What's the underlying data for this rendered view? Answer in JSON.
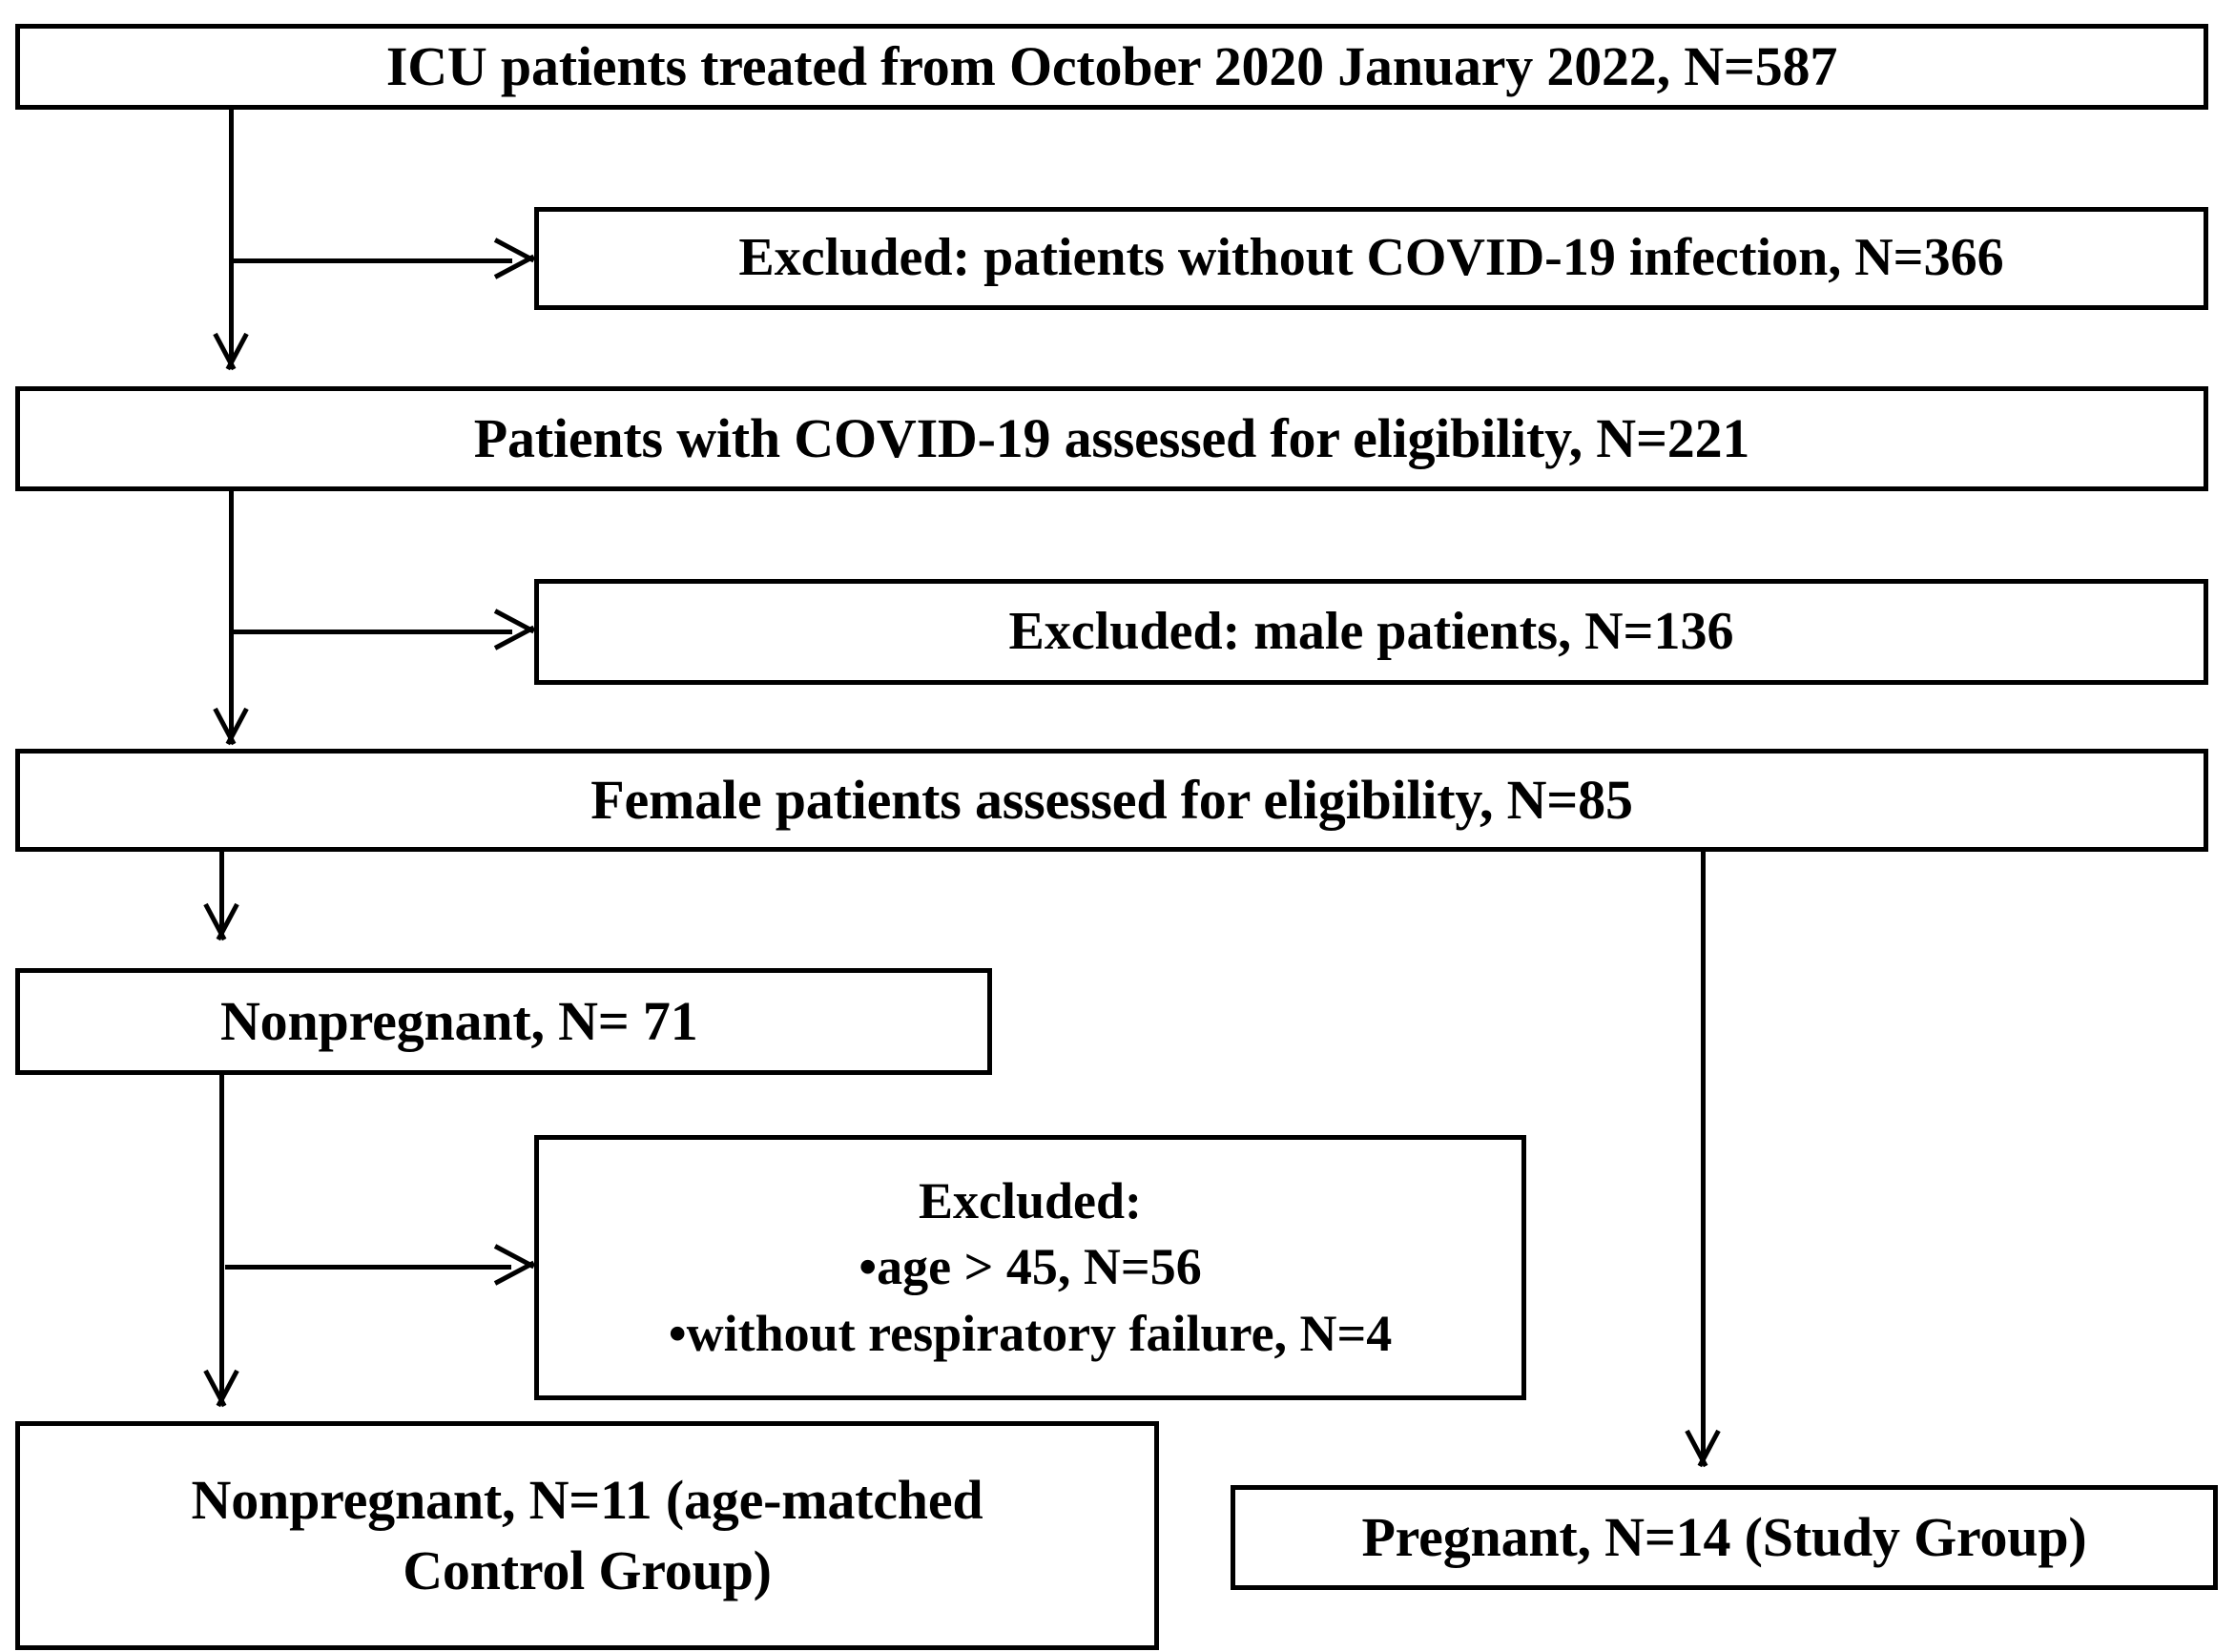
{
  "figure": {
    "type": "flowchart",
    "orientation": "top-down",
    "line_color": "#000000",
    "box_fill": "#ffffff"
  },
  "nodes": {
    "total_icu": {
      "text": "ICU  patients treated from October 2020 January 2022, N=587",
      "n": 587
    },
    "excluded_no_covid": {
      "text": "Excluded: patients without COVID-19 infection, N=366",
      "n": 366
    },
    "covid_eligibility": {
      "text": "Patients with COVID-19 assessed for eligibility, N=221",
      "n": 221
    },
    "excluded_male": {
      "text": "Excluded: male patients, N=136",
      "n": 136
    },
    "female_eligibility": {
      "text": "Female patients assessed for eligibility, N=85",
      "n": 85
    },
    "nonpregnant_71": {
      "text": "Nonpregnant, N= 71",
      "n": 71
    },
    "excluded_criteria": {
      "title": "Excluded:",
      "items": [
        "•age > 45, N=56",
        "•without respiratory failure, N=4"
      ],
      "n_age": 56,
      "n_no_resp_failure": 4
    },
    "control_group": {
      "line1": "Nonpregnant, N=11 (age-matched",
      "line2": "Control Group)",
      "n": 11
    },
    "study_group": {
      "text": "Pregnant, N=14 (Study Group)",
      "n": 14
    }
  },
  "connectors": [
    {
      "name": "total-icu-to-covid-eligibility",
      "kind": "vertical-arrow"
    },
    {
      "name": "total-icu-to-excluded-no-covid",
      "kind": "horizontal-arrow"
    },
    {
      "name": "covid-eligibility-to-female-eligibility",
      "kind": "vertical-arrow"
    },
    {
      "name": "covid-eligibility-to-excluded-male",
      "kind": "horizontal-arrow"
    },
    {
      "name": "female-eligibility-to-nonpregnant-71",
      "kind": "vertical-arrow"
    },
    {
      "name": "female-eligibility-to-study-group",
      "kind": "vertical-arrow"
    },
    {
      "name": "nonpregnant-71-to-control-group",
      "kind": "vertical-arrow"
    },
    {
      "name": "nonpregnant-71-to-excluded-criteria",
      "kind": "horizontal-arrow"
    }
  ]
}
